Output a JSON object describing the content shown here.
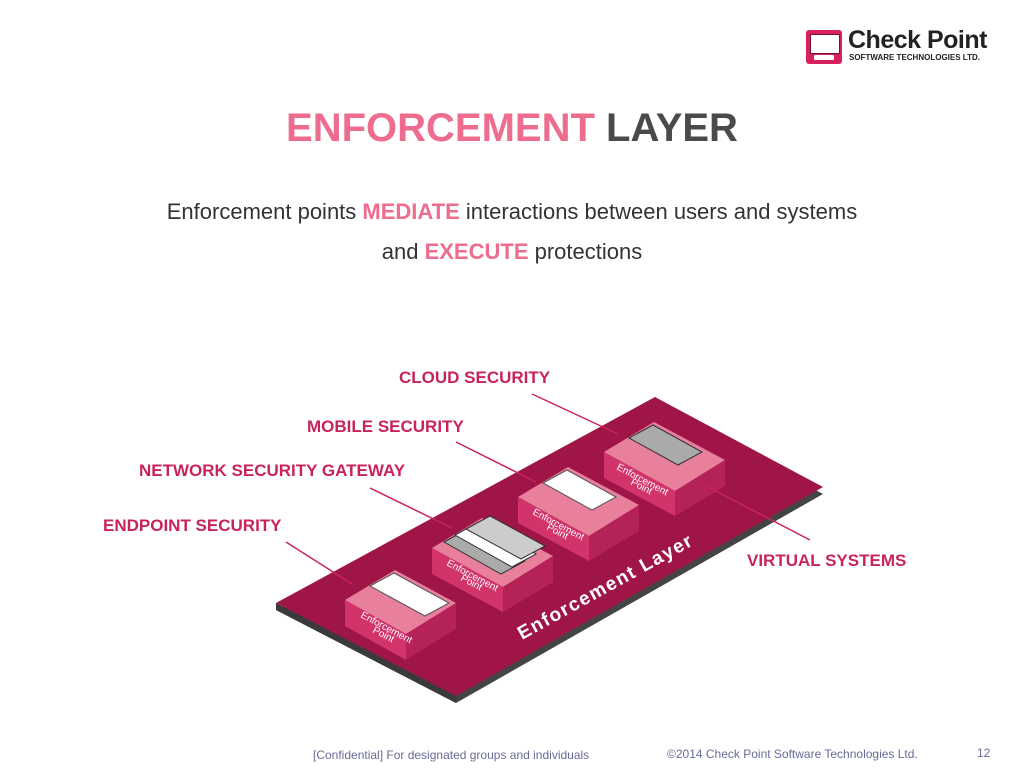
{
  "logo": {
    "name": "Check Point",
    "subtitle": "SOFTWARE TECHNOLOGIES LTD."
  },
  "title": {
    "highlight": "ENFORCEMENT",
    "rest": "LAYER"
  },
  "subtitle": {
    "line1_prefix": "Enforcement points",
    "line1_emphasis": "MEDIATE",
    "line1_suffix": "interactions between users and systems",
    "line2_prefix": "and",
    "line2_emphasis": "EXECUTE",
    "line2_suffix": "protections"
  },
  "diagram": {
    "platform_label": "Enforcement Layer",
    "box_label_line1": "Enforcement",
    "box_label_line2": "Point"
  },
  "callouts": {
    "cloud": "CLOUD SECURITY",
    "mobile": "MOBILE SECURITY",
    "network": "NETWORK SECURITY GATEWAY",
    "endpoint": "ENDPOINT SECURITY",
    "virtual": "VIRTUAL SYSTEMS"
  },
  "footer": {
    "confidential": "[Confidential] For designated groups and individuals",
    "copyright": "©2014 Check Point Software Technologies Ltd.",
    "page_number": "12"
  },
  "colors": {
    "accent_pink": "#ee6d8f",
    "callout_red": "#c9245a",
    "platform": "#a01547",
    "box_front": "#d1336a",
    "box_inner": "#e8809c"
  }
}
